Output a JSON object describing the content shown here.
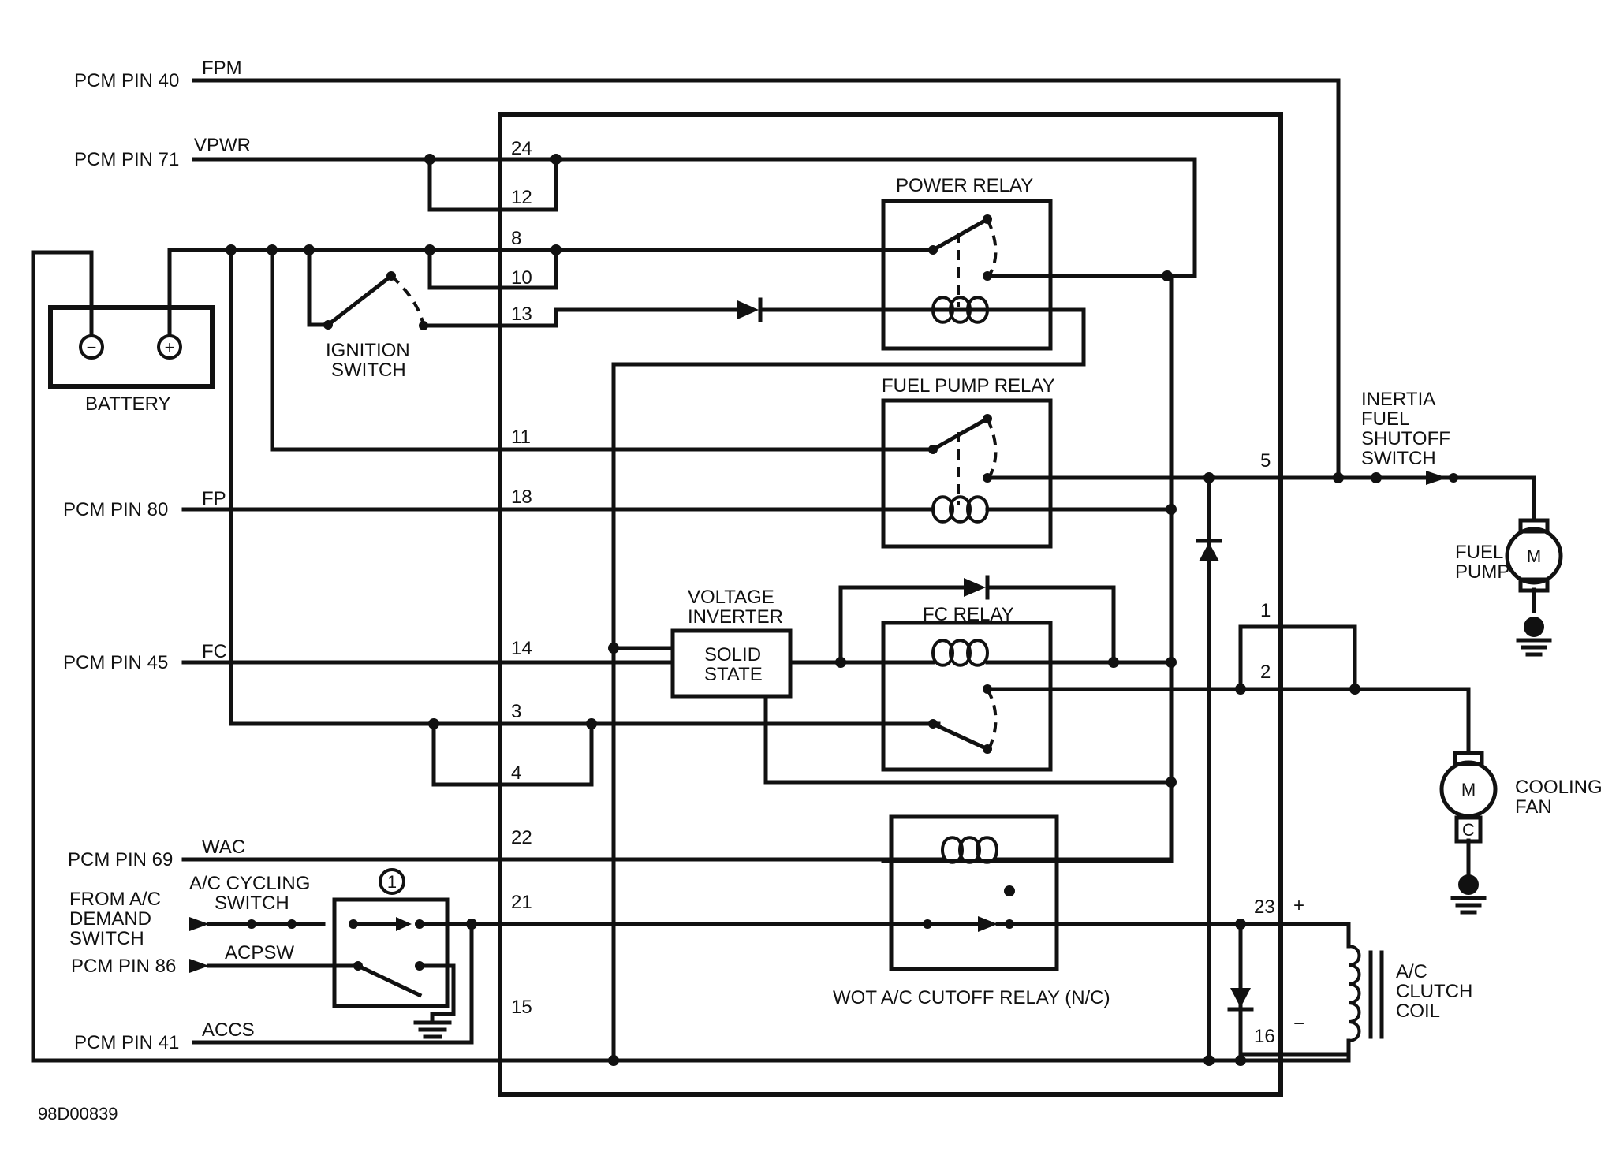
{
  "pcm_pins": {
    "pin40": "PCM PIN 40",
    "pin71": "PCM PIN 71",
    "pin80": "PCM PIN 80",
    "pin45": "PCM PIN 45",
    "pin69": "PCM PIN 69",
    "pin86": "PCM PIN 86",
    "pin41": "PCM PIN 41"
  },
  "signals": {
    "fpm": "FPM",
    "vpwr": "VPWR",
    "fp": "FP",
    "fc": "FC",
    "wac": "WAC",
    "acpsw": "ACPSW",
    "accs": "ACCS"
  },
  "terminals": {
    "t24": "24",
    "t12": "12",
    "t8": "8",
    "t10": "10",
    "t13": "13",
    "t11": "11",
    "t18": "18",
    "t14": "14",
    "t3": "3",
    "t4": "4",
    "t22": "22",
    "t21": "21",
    "t15": "15",
    "t5": "5",
    "t1": "1",
    "t2": "2",
    "t23": "23",
    "t16": "16"
  },
  "components": {
    "battery": "BATTERY",
    "battery_neg": "−",
    "battery_pos": "+",
    "ignition_switch": [
      "IGNITION",
      "SWITCH"
    ],
    "power_relay": "POWER RELAY",
    "fuel_pump_relay": "FUEL PUMP RELAY",
    "voltage_inverter": [
      "VOLTAGE",
      "INVERTER"
    ],
    "solid_state": [
      "SOLID",
      "STATE"
    ],
    "fc_relay": "FC RELAY",
    "wot_relay": "WOT A/C CUTOFF RELAY (N/C)",
    "inertia_switch": [
      "INERTIA",
      "FUEL",
      "SHUTOFF",
      "SWITCH"
    ],
    "fuel_pump": [
      "FUEL",
      "PUMP"
    ],
    "cooling_fan": [
      "COOLING",
      "FAN"
    ],
    "ac_clutch": [
      "A/C",
      "CLUTCH",
      "COIL"
    ],
    "from_ac": [
      "FROM A/C",
      "DEMAND",
      "SWITCH"
    ],
    "ac_cycling": [
      "A/C CYCLING",
      "SWITCH"
    ],
    "callout": "1",
    "motor": "M",
    "fan_motor": "M",
    "fan_c": "C",
    "plus": "+",
    "minus": "−"
  },
  "figure_id": "98D00839"
}
